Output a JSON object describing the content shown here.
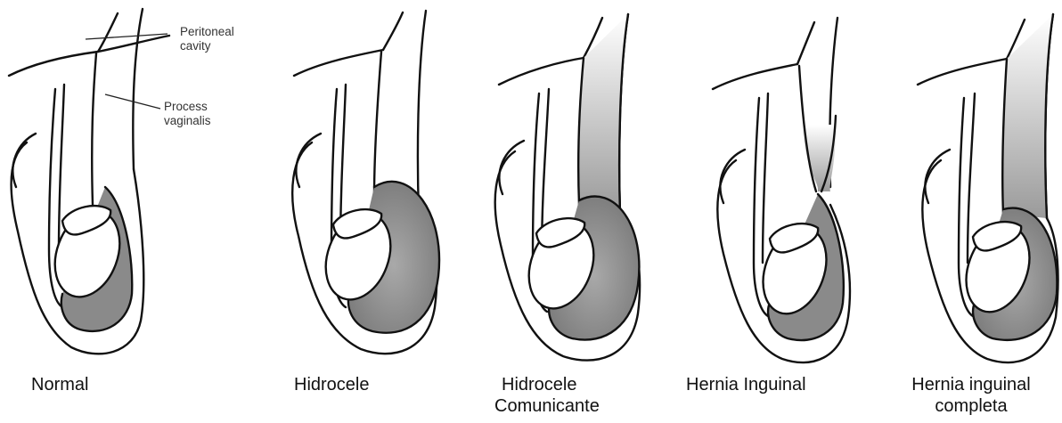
{
  "annotations": {
    "peritoneal_line1": "Peritoneal",
    "peritoneal_line2": "cavity",
    "process_line1": "Process",
    "process_line2": "vaginalis"
  },
  "captions": {
    "normal": "Normal",
    "hidrocele": "Hidrocele",
    "comunicante_line1": "Hidrocele",
    "comunicante_line2": "Comunicante",
    "hernia_inguinal": "Hernia Inguinal",
    "completa_line1": "Hernia inguinal",
    "completa_line2": "completa"
  },
  "colors": {
    "outline": "#111111",
    "fluid": "#8a8a8a",
    "fluid_light": "#b8b8b8",
    "testis_fill": "#ffffff"
  }
}
